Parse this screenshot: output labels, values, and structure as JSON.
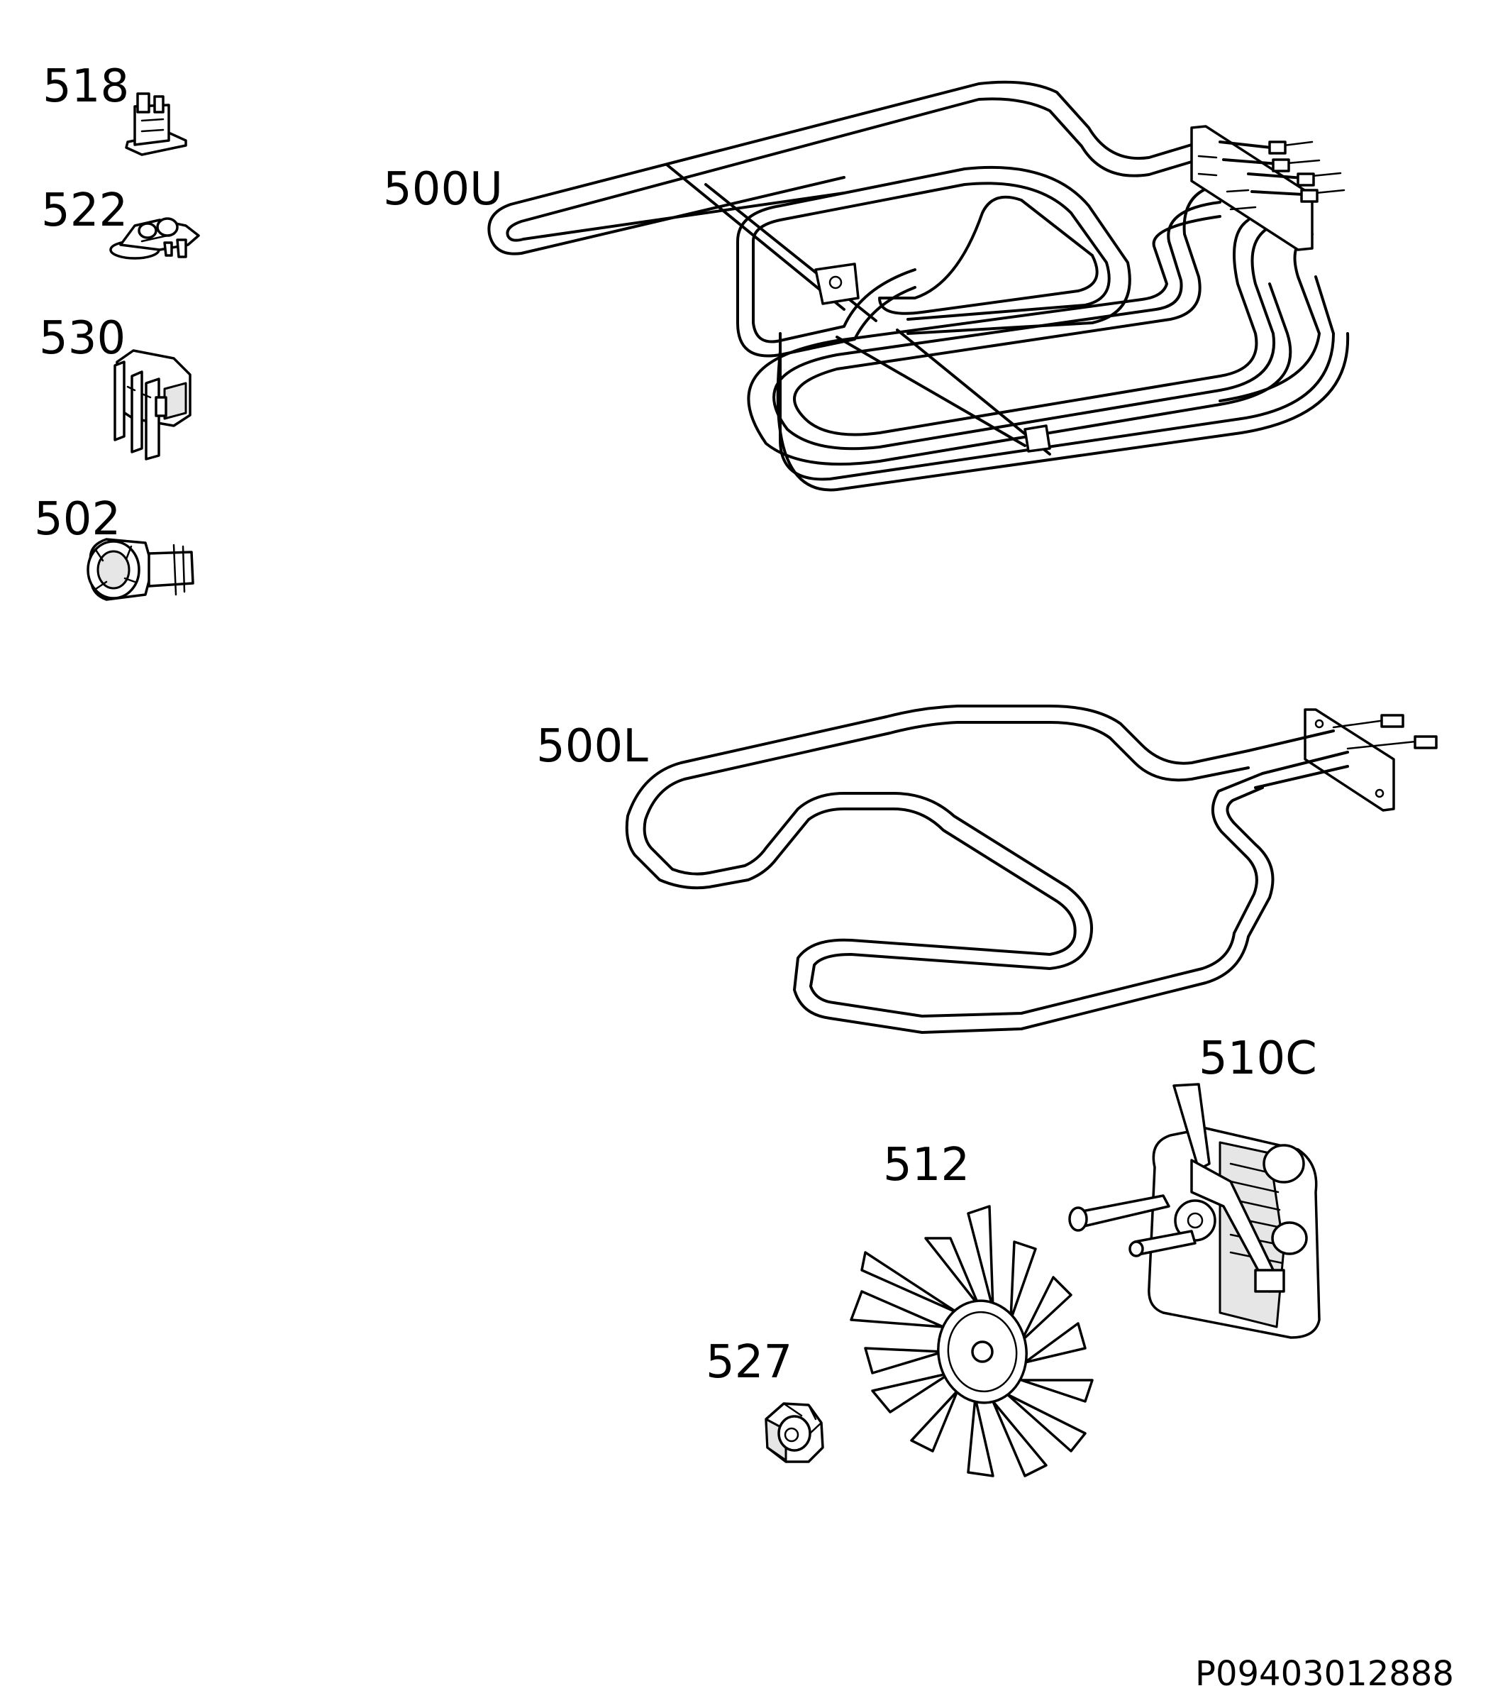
{
  "parts": [
    {
      "id": "518",
      "label": "518",
      "icon": "thermostat-switch-icon"
    },
    {
      "id": "522",
      "label": "522",
      "icon": "thermal-cutout-icon"
    },
    {
      "id": "530",
      "label": "530",
      "icon": "switch-bracket-icon"
    },
    {
      "id": "502",
      "label": "502",
      "icon": "oven-lamp-icon"
    },
    {
      "id": "500U",
      "label": "500U",
      "icon": "upper-heating-element-icon"
    },
    {
      "id": "500L",
      "label": "500L",
      "icon": "lower-heating-element-icon"
    },
    {
      "id": "510C",
      "label": "510C",
      "icon": "fan-motor-icon"
    },
    {
      "id": "512",
      "label": "512",
      "icon": "fan-blade-icon"
    },
    {
      "id": "527",
      "label": "527",
      "icon": "fan-nut-icon"
    }
  ],
  "diagram_code": "P09403012888"
}
